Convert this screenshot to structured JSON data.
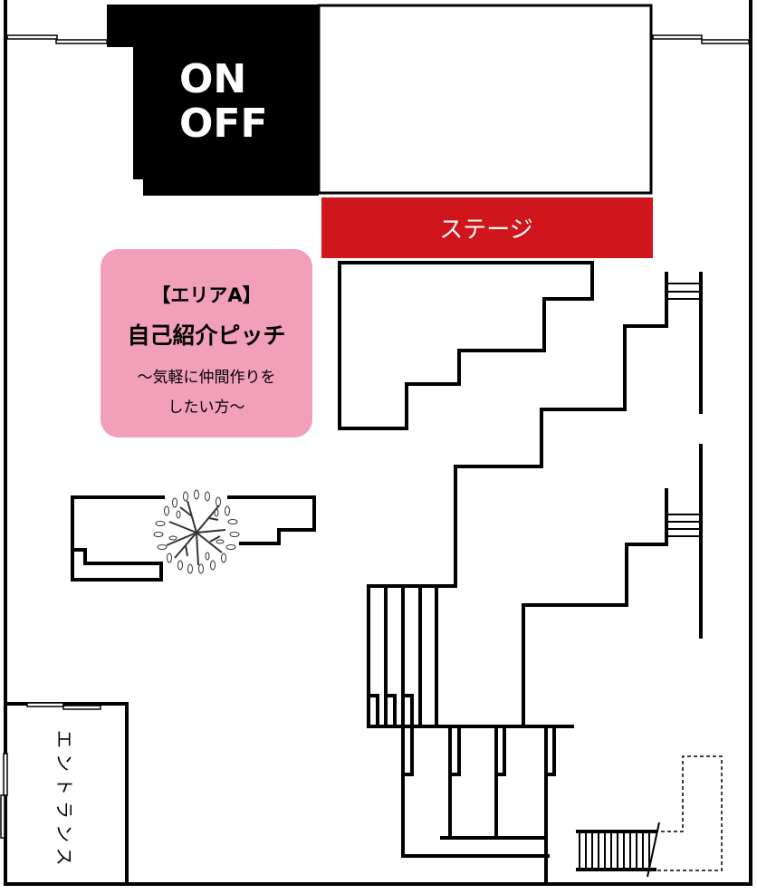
{
  "logo": {
    "line1": "ON",
    "line2": "OFF"
  },
  "stage": {
    "label": "ステージ",
    "color": "#cf161d"
  },
  "area_a": {
    "tag": "【エリアA】",
    "title": "自己紹介ピッチ",
    "note_line1": "〜気軽に仲間作りを",
    "note_line2": "したい方〜",
    "color": "#f29fba"
  },
  "entrance": {
    "label": "エントランス"
  },
  "icons": {
    "tree": "tree-icon"
  }
}
